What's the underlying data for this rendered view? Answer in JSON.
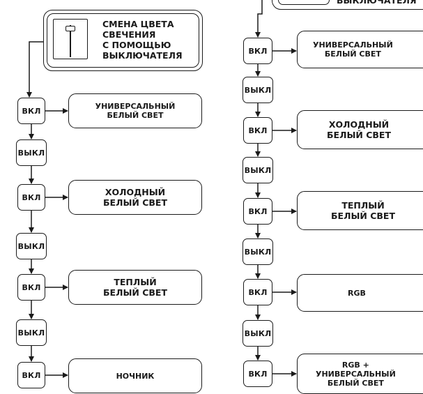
{
  "header": {
    "title": "СМЕНА ЦВЕТА\nСВЕЧЕНИЯ\nС ПОМОЩЬЮ\nВЫКЛЮЧАТЕЛЯ",
    "cut_title": "ВЫКЛЮЧАТЕЛЯ"
  },
  "states": {
    "on": "ВКЛ",
    "off": "ВЫКЛ"
  },
  "left_modes": [
    "УНИВЕРСАЛЬНЫЙ\nБЕЛЫЙ СВЕТ",
    "ХОЛОДНЫЙ\nБЕЛЫЙ СВЕТ",
    "ТЕПЛЫЙ\nБЕЛЫЙ СВЕТ",
    "НОЧНИК"
  ],
  "right_modes": [
    "УНИВЕРСАЛЬНЫЙ\nБЕЛЫЙ СВЕТ",
    "ХОЛОДНЫЙ\nБЕЛЫЙ СВЕТ",
    "ТЕПЛЫЙ\nБЕЛЫЙ СВЕТ",
    "RGB",
    "RGB +\nУНИВЕРСАЛЬНЫЙ\nБЕЛЫЙ СВЕТ"
  ],
  "colors": {
    "stroke": "#1a1a1a",
    "background": "#ffffff"
  },
  "icons": {
    "switch": "wall-switch-icon"
  }
}
